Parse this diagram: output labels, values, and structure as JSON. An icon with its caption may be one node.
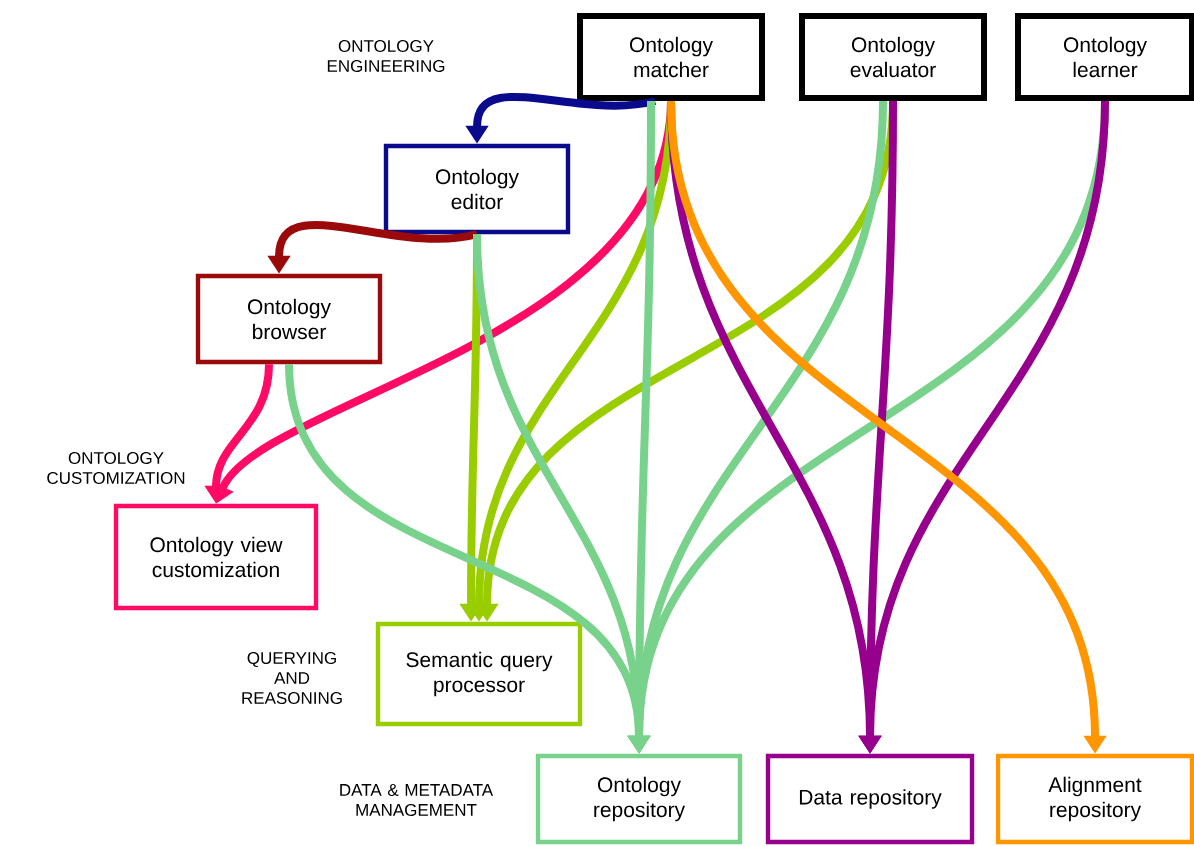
{
  "diagram": {
    "nodes": [
      {
        "text": [
          "Ontology matcher"
        ]
      },
      {
        "text": [
          "Ontology evaluator"
        ]
      },
      {
        "text": [
          "Ontology learner"
        ]
      },
      {
        "text": [
          "Ontology editor"
        ]
      },
      {
        "text": [
          "Ontology browser"
        ]
      },
      {
        "text": [
          "Ontology view customization"
        ]
      },
      {
        "text": [
          "Semantic query processor"
        ]
      },
      {
        "text": [
          "Ontology repository"
        ]
      },
      {
        "text": [
          "Data repository"
        ]
      },
      {
        "text": [
          "Alignment repository"
        ]
      }
    ],
    "edges": [
      {
        "from": 0,
        "to": 3,
        "arrow": "to",
        "color": "#0a0a8c"
      },
      {
        "from": 3,
        "to": 4,
        "arrow": "to",
        "color": "#9a0a0a"
      },
      {
        "from": 0,
        "to": 5,
        "arrow": "to",
        "color": "#ff0a64"
      },
      {
        "from": 4,
        "to": 5,
        "arrow": "to",
        "color": "#ff0a64"
      },
      {
        "from": 3,
        "to": 6,
        "arrow": "to",
        "color": "#9acd00"
      },
      {
        "from": 0,
        "to": 6,
        "arrow": "to",
        "color": "#9acd00"
      },
      {
        "from": 1,
        "to": 6,
        "arrow": "to",
        "color": "#9acd00"
      },
      {
        "from": 4,
        "to": 7,
        "arrow": "to",
        "color": "#78d28c"
      },
      {
        "from": 3,
        "to": 7,
        "arrow": "to",
        "color": "#78d28c"
      },
      {
        "from": 0,
        "to": 7,
        "arrow": "to",
        "color": "#78d28c"
      },
      {
        "from": 1,
        "to": 7,
        "arrow": "to",
        "color": "#78d28c"
      },
      {
        "from": 2,
        "to": 7,
        "arrow": "to",
        "color": "#78d28c"
      },
      {
        "from": 0,
        "to": 8,
        "arrow": "to",
        "color": "#96008c"
      },
      {
        "from": 1,
        "to": 8,
        "arrow": "to",
        "color": "#96008c"
      },
      {
        "from": 2,
        "to": 8,
        "arrow": "to",
        "color": "#96008c"
      },
      {
        "from": 0,
        "to": 9,
        "arrow": "to",
        "color": "#ff9600"
      }
    ],
    "labels": [
      "ONTOLOGY ENGINEERING",
      "ONTOLOGY CUSTOMIZATION",
      "QUERYING AND REASONING",
      "DATA & METADATA MANAGEMENT"
    ]
  }
}
